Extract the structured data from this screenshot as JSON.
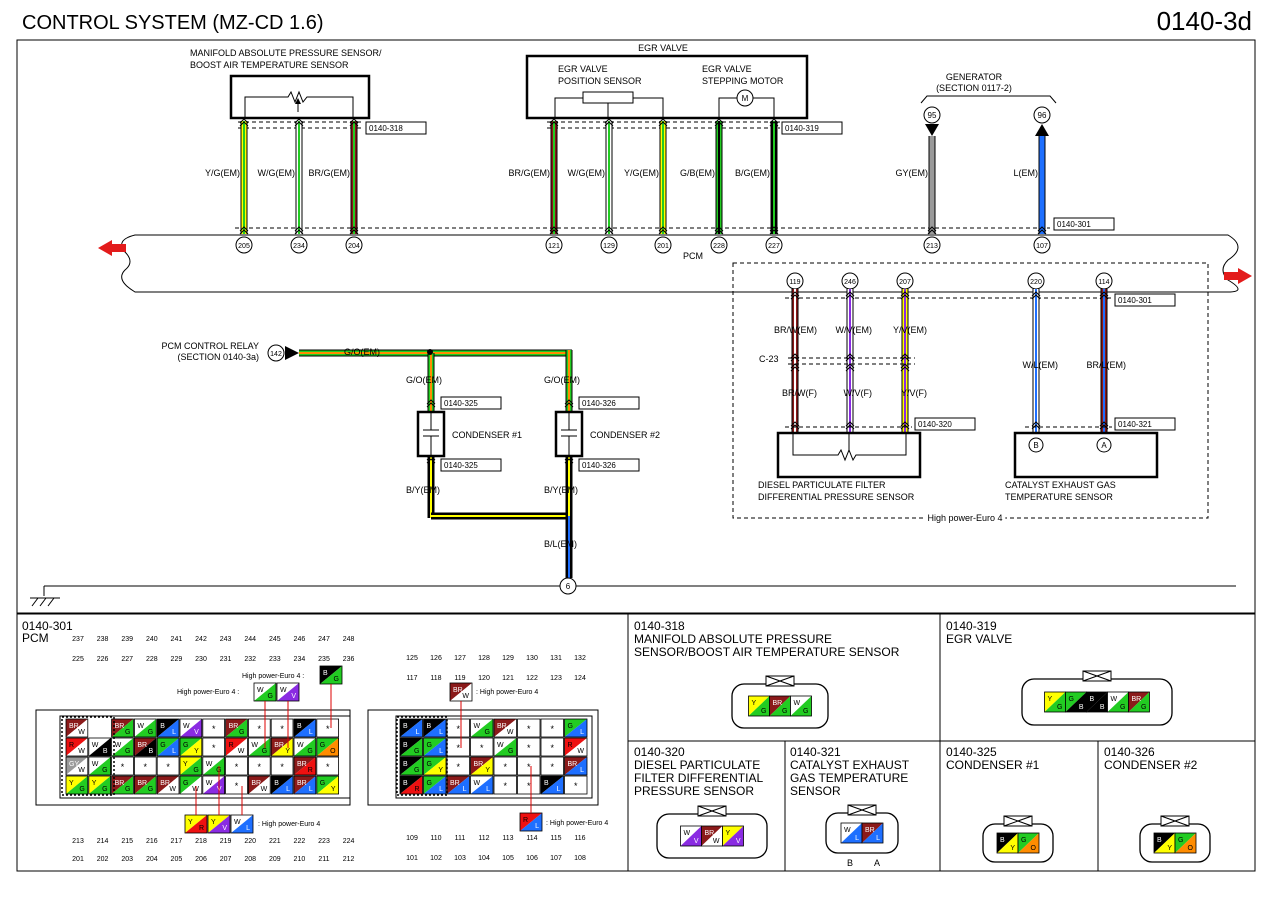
{
  "page": {
    "title": "CONTROL SYSTEM (MZ-CD 1.6)",
    "code": "0140-3d"
  },
  "components": {
    "map_sensor": [
      "MANIFOLD ABSOLUTE PRESSURE SENSOR/",
      "BOOST AIR TEMPERATURE SENSOR"
    ],
    "egr_valve": "EGR VALVE",
    "egr_position": [
      "EGR VALVE",
      "POSITION SENSOR"
    ],
    "egr_motor": [
      "EGR VALVE",
      "STEPPING MOTOR"
    ],
    "generator": [
      "GENERATOR",
      "(SECTION 0117-2)"
    ],
    "pcm": "PCM",
    "pcm_relay": [
      "PCM CONTROL RELAY",
      "(SECTION 0140-3a)"
    ],
    "condenser1": "CONDENSER #1",
    "condenser2": "CONDENSER #2",
    "dpf_sensor": [
      "DIESEL PARTICULATE FILTER",
      "DIFFERENTIAL PRESSURE SENSOR"
    ],
    "cat_sensor": [
      "CATALYST EXHAUST GAS",
      "TEMPERATURE SENSOR"
    ],
    "high_power": "High power-Euro 4",
    "junction": "C-23",
    "motor_symbol": "M",
    "generator_terminal_a": "95",
    "generator_terminal_b": "96",
    "ground_point": "6",
    "cat_terminal_b": "B",
    "cat_terminal_a": "A"
  },
  "connector_tags": {
    "c318": "0140-318",
    "c319": "0140-319",
    "c301": "0140-301",
    "c320": "0140-320",
    "c321": "0140-321",
    "c325": "0140-325",
    "c326": "0140-326"
  },
  "wires_top": [
    {
      "label": "Y/G(EM)",
      "pin": "205"
    },
    {
      "label": "W/G(EM)",
      "pin": "234"
    },
    {
      "label": "BR/G(EM)",
      "pin": "204"
    },
    {
      "label": "BR/G(EM)",
      "pin": "121"
    },
    {
      "label": "W/G(EM)",
      "pin": "129"
    },
    {
      "label": "Y/G(EM)",
      "pin": "201"
    },
    {
      "label": "G/B(EM)",
      "pin": "228"
    },
    {
      "label": "B/G(EM)",
      "pin": "227"
    },
    {
      "label": "GY(EM)",
      "pin": "213"
    },
    {
      "label": "L(EM)",
      "pin": "107"
    }
  ],
  "wires_bottom": [
    {
      "pin": "119",
      "upper": "BR/W(EM)",
      "lower": "BR/W(F)"
    },
    {
      "pin": "246",
      "upper": "W/V(EM)",
      "lower": "W/V(F)"
    },
    {
      "pin": "207",
      "upper": "Y/V(EM)",
      "lower": "Y/V(F)"
    },
    {
      "pin": "220",
      "upper": "W/L(EM)",
      "lower": ""
    },
    {
      "pin": "114",
      "upper": "BR/L(EM)",
      "lower": ""
    }
  ],
  "relay": {
    "pin": "142",
    "main": "G/O(EM)",
    "branch1": "G/O(EM)",
    "branch2": "G/O(EM)",
    "out1": "B/Y(EM)",
    "out2": "B/Y(EM)",
    "ground": "B/L(EM)"
  },
  "panels": {
    "p301": {
      "code": "0140-301",
      "name": "PCM"
    },
    "p318": {
      "code": "0140-318",
      "name": [
        "MANIFOLD ABSOLUTE PRESSURE",
        "SENSOR/BOOST AIR TEMPERATURE SENSOR"
      ]
    },
    "p319": {
      "code": "0140-319",
      "name": [
        "EGR VALVE"
      ]
    },
    "p320": {
      "code": "0140-320",
      "name": [
        "DIESEL PARTICULATE",
        "FILTER DIFFERENTIAL",
        "PRESSURE SENSOR"
      ]
    },
    "p321": {
      "code": "0140-321",
      "name": [
        "CATALYST EXHAUST",
        "GAS TEMPERATURE",
        "SENSOR"
      ]
    },
    "p325": {
      "code": "0140-325",
      "name": [
        "CONDENSER #1"
      ]
    },
    "p326": {
      "code": "0140-326",
      "name": [
        "CONDENSER #2"
      ]
    }
  },
  "pcm_pins": {
    "left_top_row1": [
      "237",
      "238",
      "239",
      "240",
      "241",
      "242",
      "243",
      "244",
      "245",
      "246",
      "247",
      "248"
    ],
    "left_top_row2": [
      "225",
      "226",
      "227",
      "228",
      "229",
      "230",
      "231",
      "232",
      "233",
      "234",
      "235",
      "236"
    ],
    "left_bottom_row1": [
      "213",
      "214",
      "215",
      "216",
      "217",
      "218",
      "219",
      "220",
      "221",
      "222",
      "223",
      "224"
    ],
    "left_bottom_row2": [
      "201",
      "202",
      "203",
      "204",
      "205",
      "206",
      "207",
      "208",
      "209",
      "210",
      "211",
      "212"
    ],
    "right_top_row1": [
      "125",
      "126",
      "127",
      "128",
      "129",
      "130",
      "131",
      "132"
    ],
    "right_top_row2": [
      "117",
      "118",
      "119",
      "120",
      "121",
      "122",
      "123",
      "124"
    ],
    "right_bottom_row1": [
      "109",
      "110",
      "111",
      "112",
      "113",
      "114",
      "115",
      "116"
    ],
    "right_bottom_row2": [
      "101",
      "102",
      "103",
      "104",
      "105",
      "106",
      "107",
      "108"
    ],
    "hp_label_1": "High power-Euro 4 :",
    "hp_label_2": "High power-Euro 4 :",
    "hp_label_3": ": High power-Euro 4",
    "hp_label_4": ": High power-Euro 4",
    "hp_label_5": ": High power-Euro 4",
    "star": "*"
  },
  "connector_cells": {
    "p318": [
      "Y",
      "G",
      "BR",
      "G",
      "W",
      "G"
    ],
    "p319": [
      "Y",
      "G",
      "G",
      "B",
      "B",
      "B",
      "W",
      "G",
      "BR",
      "G"
    ],
    "p320": [
      "W",
      "V",
      "BR",
      "W",
      "Y",
      "V"
    ],
    "p321": [
      "W",
      "L",
      "BR",
      "L"
    ],
    "p321_pins": [
      "B",
      "A"
    ],
    "p325": [
      "B",
      "Y",
      "G",
      "O"
    ],
    "p326": [
      "B",
      "Y",
      "G",
      "O"
    ]
  },
  "colors": {
    "Y": "#ffff00",
    "G": "#22cc22",
    "W": "#ffffff",
    "BR": "#8b1a1a",
    "B": "#000000",
    "GY": "#9a9a9a",
    "L": "#1e6fff",
    "V": "#8a2be2",
    "O": "#ff8c00",
    "R": "#ee1111",
    "arrow": "#e31b1b"
  }
}
